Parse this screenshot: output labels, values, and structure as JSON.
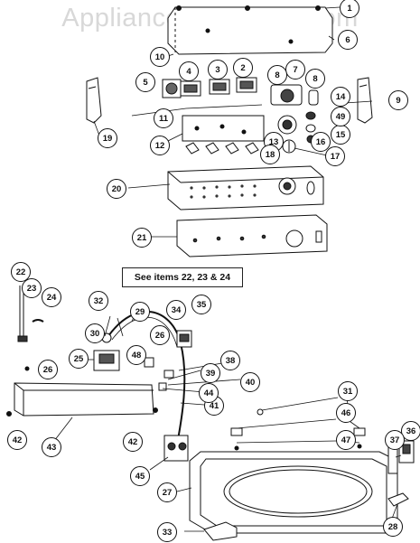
{
  "watermark": "AppliancePartsPros.com",
  "note": "See items 22, 23 & 24",
  "callouts": [
    "1",
    "6",
    "10",
    "2",
    "3",
    "4",
    "5",
    "7",
    "8",
    "8",
    "9",
    "11",
    "12",
    "13",
    "14",
    "15",
    "16",
    "17",
    "18",
    "19",
    "20",
    "21",
    "22",
    "23",
    "24",
    "25",
    "26",
    "26",
    "27",
    "28",
    "29",
    "30",
    "31",
    "32",
    "33",
    "34",
    "35",
    "36",
    "37",
    "38",
    "39",
    "40",
    "41",
    "42",
    "42",
    "43",
    "44",
    "45",
    "46",
    "47",
    "48",
    "49"
  ]
}
